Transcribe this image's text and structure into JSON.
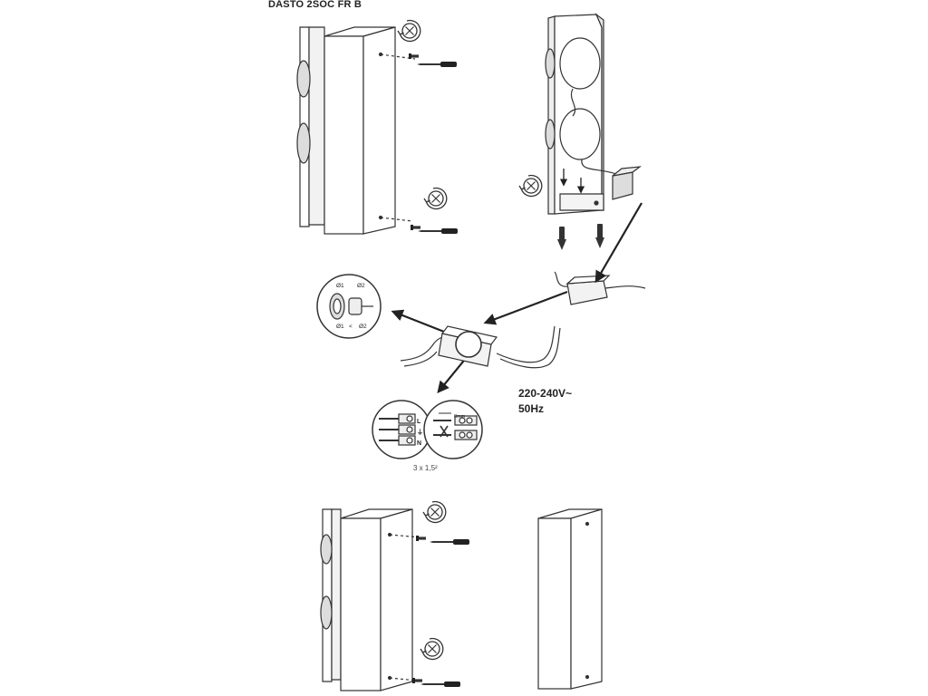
{
  "title": "DASTO 2SOC FR B",
  "supply": {
    "voltage": "220-240V~",
    "frequency": "50Hz"
  },
  "cable_spec": "3 x 1,5²",
  "connector_detail": {
    "dia1_a": "Ø1",
    "dia2_a": "Ø2",
    "dia1_b": "Ø1",
    "relation": "<",
    "dia2_b": "Ø2"
  },
  "terminal_detail": {
    "live": "L",
    "earth": "⏚",
    "neutral": "N",
    "strip_length": "8mm"
  },
  "icons": [
    "unscrew-rotate-icon",
    "screwdriver-icon",
    "screw-icon",
    "wall-plug-icon",
    "arrow-icon"
  ]
}
